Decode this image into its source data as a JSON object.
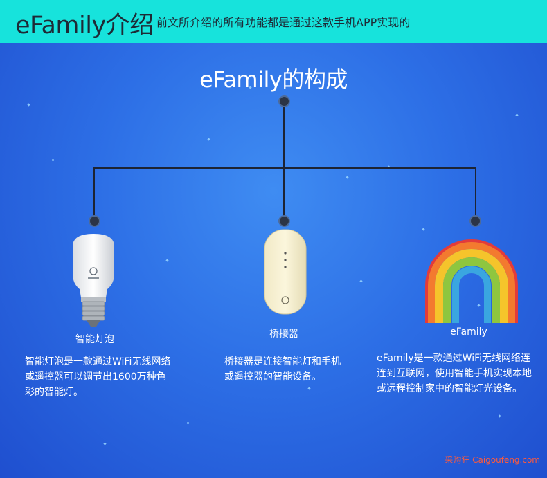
{
  "header": {
    "title": "eFamily介绍",
    "subtitle": "前文所介绍的所有功能都是通过这款手机APP实现的"
  },
  "main": {
    "title": "eFamily的构成"
  },
  "items": [
    {
      "label": "智能灯泡",
      "desc_lines": [
        "智能灯泡是一款通过WiFi无线网络",
        "或遥控器可以调节出1600万种色",
        "彩的智能灯。"
      ]
    },
    {
      "label": "桥接器",
      "desc_lines": [
        "桥接器是连接智能灯和手机",
        "或遥控器的智能设备。"
      ]
    },
    {
      "label": "eFamily",
      "desc_lines": [
        "eFamily是一款通过WiFi无线网络连",
        "连到互联网，使用智能手机实现本地",
        "或远程控制家中的智能灯光设备。"
      ]
    }
  ],
  "watermark": "采购狂 Caigoufeng.com",
  "colors": {
    "header_bg": "#17e3dc",
    "background": "#2d6fe6",
    "node": "#2b3446"
  }
}
